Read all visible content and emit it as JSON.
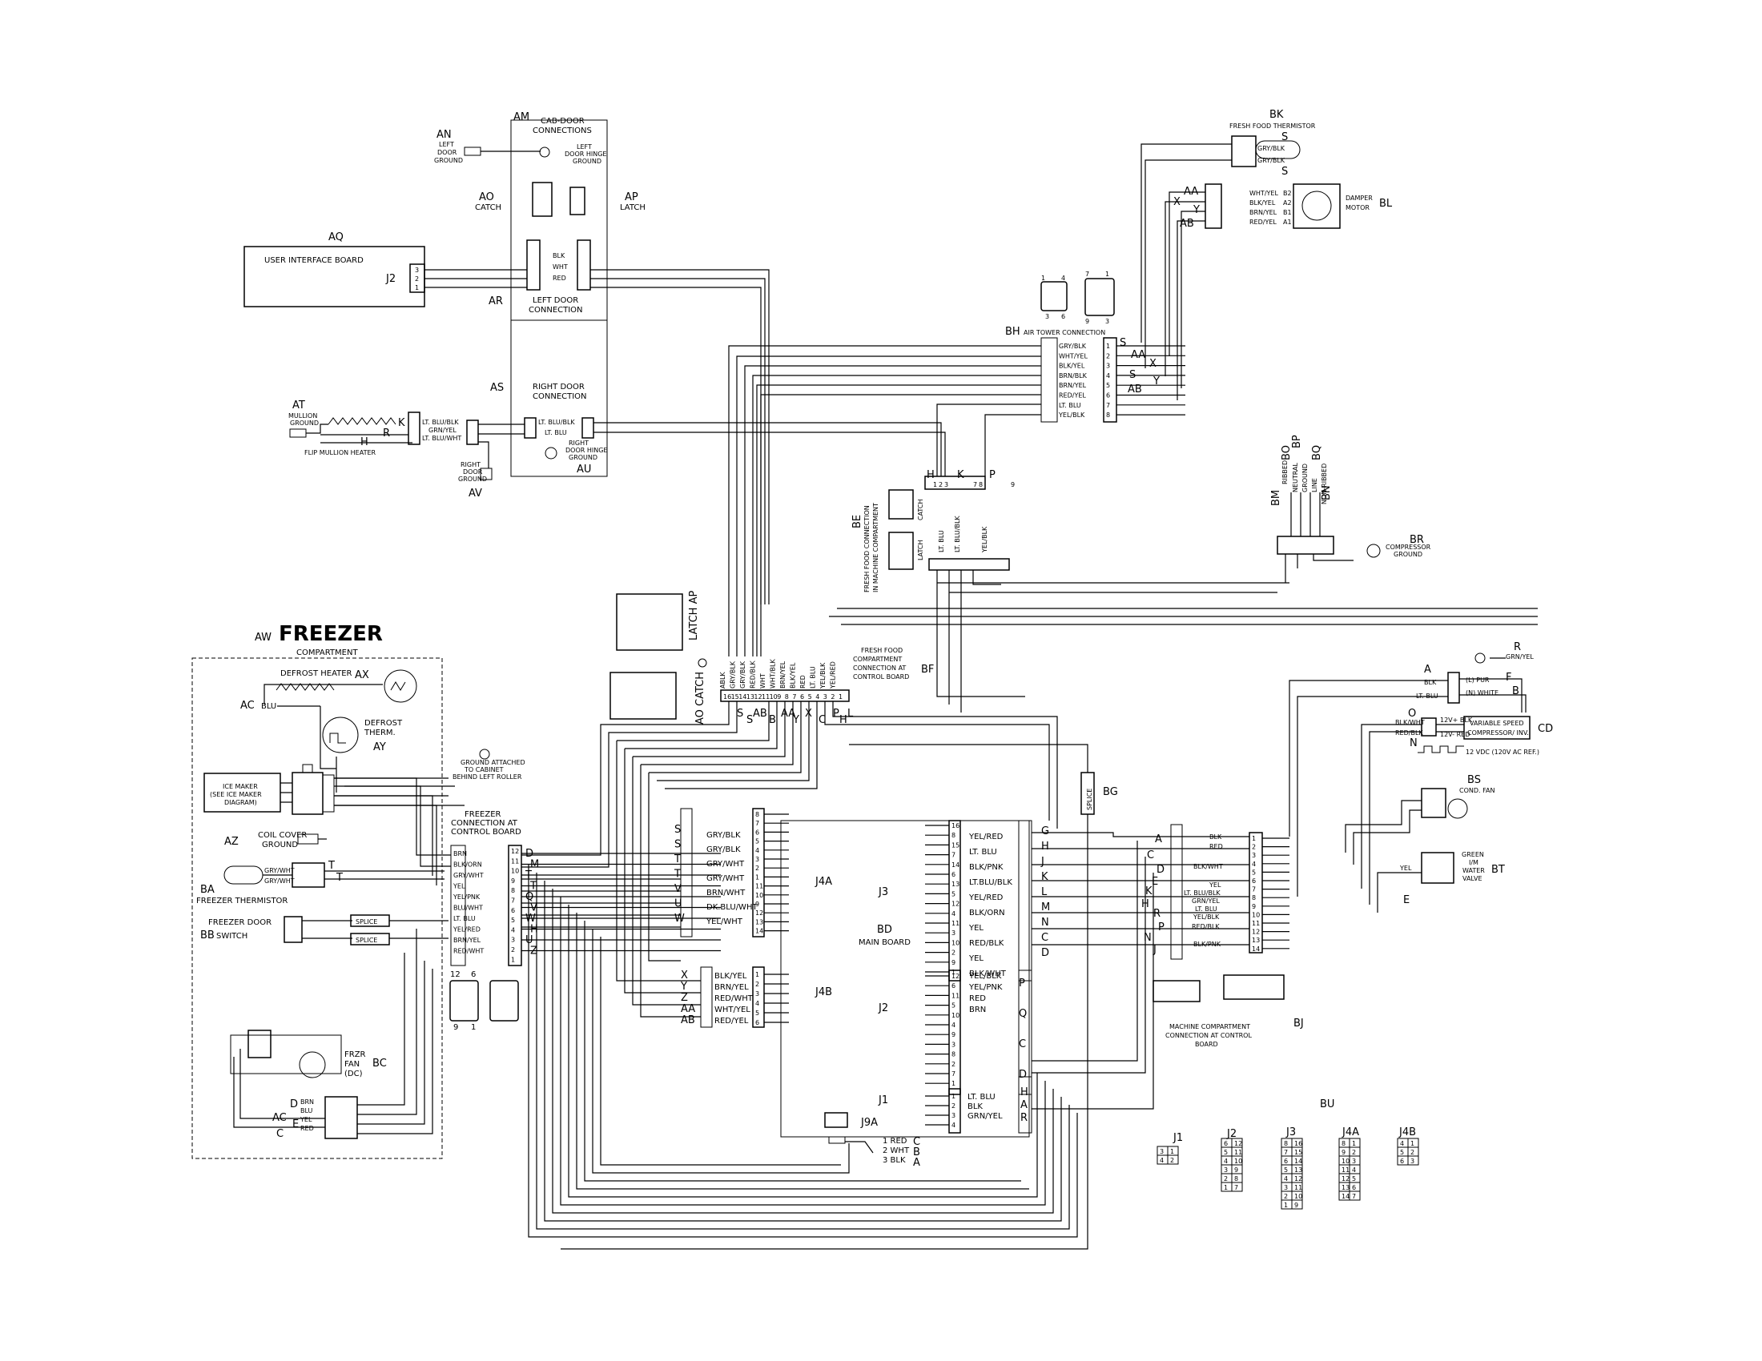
{
  "freezer": {
    "code": "AW",
    "title": "FREEZER",
    "sub": "COMPARTMENT"
  },
  "defrost_heater": {
    "code": "AX",
    "label": "DEFROST HEATER",
    "wire": "BLU",
    "wire_code": "AC"
  },
  "defrost_therm": {
    "code": "AY",
    "label1": "DEFROST",
    "label2": "THERM."
  },
  "ice_maker": {
    "label1": "ICE MAKER",
    "label2": "(SEE ICE MAKER",
    "label3": "DIAGRAM)"
  },
  "coil_cover": {
    "code": "AZ",
    "label1": "COIL COVER",
    "label2": "GROUND"
  },
  "freezer_therm": {
    "code": "BA",
    "label": "FREEZER THERMISTOR",
    "w1": "GRY/WHT",
    "w2": "GRY/WHT"
  },
  "freezer_door": {
    "code": "BB",
    "label1": "FREEZER DOOR",
    "label2": "SWITCH"
  },
  "splice": "SPLICE",
  "frzr_fan": {
    "code": "BC",
    "label1": "FRZR",
    "label2": "FAN",
    "label3": "(DC)",
    "wires": [
      "BRN",
      "BLU",
      "YEL",
      "RED"
    ],
    "codes": [
      "D",
      "AC",
      "E",
      "C"
    ]
  },
  "ground_cabinet": {
    "l1": "GROUND ATTACHED",
    "l2": "TO CABINET",
    "l3": "BEHIND LEFT ROLLER"
  },
  "freezer_conn": {
    "l1": "FREEZER",
    "l2": "CONNECTION AT",
    "l3": "CONTROL BOARD",
    "wires": [
      "BRN",
      "BLK/ORN",
      "GRY/WHT",
      "YEL",
      "YEL/PNK",
      "BLU/WHT",
      "LT. BLU",
      "YEL/RED",
      "BRN/YEL",
      "RED/WHT"
    ],
    "pins": [
      "12",
      "11",
      "10",
      "9",
      "8",
      "7",
      "6",
      "5",
      "4",
      "3",
      "2",
      "1"
    ],
    "codes": [
      "D",
      "M",
      "T",
      "T",
      "Q",
      "V",
      "W",
      "H",
      "U",
      "Z"
    ]
  },
  "cab_door": {
    "code": "AM",
    "l1": "CAB-DOOR",
    "l2": "CONNECTIONS"
  },
  "an": {
    "code": "AN",
    "l1": "LEFT",
    "l2": "DOOR",
    "l3": "GROUND",
    "hinge1": "LEFT",
    "hinge2": "DOOR HINGE",
    "hinge3": "GROUND"
  },
  "ao": {
    "code": "AO",
    "label": "CATCH"
  },
  "ap": {
    "code": "AP",
    "label": "LATCH"
  },
  "ui_board": {
    "code": "AQ",
    "label": "USER INTERFACE BOARD",
    "conn": "J2",
    "pins": [
      "3",
      "2",
      "1"
    ]
  },
  "left_door": {
    "code": "AR",
    "l1": "LEFT DOOR",
    "l2": "CONNECTION",
    "wires": [
      "BLK",
      "WHT",
      "RED"
    ]
  },
  "right_door": {
    "code": "AS",
    "l1": "RIGHT DOOR",
    "l2": "CONNECTION",
    "wires": [
      "LT. BLU/BLK",
      "LT. BLU"
    ]
  },
  "mullion": {
    "code": "AT",
    "l1": "MULLION",
    "l2": "GROUND",
    "heater": "FLIP MULLION HEATER",
    "k": "K",
    "r": "R",
    "h": "H",
    "wires": [
      "LT. BLU/BLK",
      "GRN/YEL",
      "LT. BLU/WHT"
    ]
  },
  "av": {
    "code": "AV",
    "l1": "RIGHT",
    "l2": "DOOR",
    "l3": "GROUND"
  },
  "au": {
    "code": "AU",
    "l1": "RIGHT",
    "l2": "DOOR HINGE",
    "l3": "GROUND"
  },
  "bk": {
    "code": "BK",
    "label": "FRESH FOOD THERMISTOR",
    "w1": "GRY/BLK",
    "w2": "GRY/BLK",
    "s": "S"
  },
  "damper": {
    "code": "BL",
    "l1": "DAMPER",
    "l2": "MOTOR",
    "wires": [
      "WHT/YEL",
      "BLK/YEL",
      "BRN/YEL",
      "RED/YEL"
    ],
    "pins": [
      "B2",
      "A2",
      "B1",
      "A1"
    ],
    "codes": [
      "AA",
      "X",
      "Y",
      "AB"
    ]
  },
  "air_tower": {
    "code": "BH",
    "label": "AIR TOWER CONNECTION",
    "wires": [
      "GRY/BLK",
      "WHT/YEL",
      "BLK/YEL",
      "BRN/BLK",
      "BRN/YEL",
      "RED/YEL",
      "LT. BLU",
      "YEL/BLK"
    ],
    "pins": [
      "1",
      "2",
      "3",
      "4",
      "5",
      "6",
      "7",
      "8"
    ],
    "codes": [
      "S",
      "AA",
      "X",
      "S",
      "AB",
      "Y"
    ]
  },
  "be": {
    "code": "BE",
    "l1": "FRESH FOOD CONNECTION",
    "l2": "IN MACHINE COMPARTMENT",
    "catch": "CATCH",
    "latch": "LATCH",
    "wires": [
      "LT. BLU",
      "LT. BLU/BLK",
      "YEL/BLK"
    ],
    "hkp": [
      "H",
      "K",
      "P"
    ]
  },
  "power": {
    "bm": "BM",
    "bo": "BO",
    "bp": "BP",
    "bq": "BQ",
    "bn": "BN",
    "labels": [
      "RIBBED",
      "NEUTRAL",
      "GROUND",
      "LINE",
      "NON-RIBBED"
    ]
  },
  "br": {
    "code": "BR",
    "l1": "COMPRESSOR",
    "l2": "GROUND"
  },
  "ff_conn": {
    "code": "BF",
    "l1": "FRESH FOOD",
    "l2": "COMPARTMENT",
    "l3": "CONNECTION AT",
    "l4": "CONTROL BOARD",
    "latch": "LATCH AP",
    "catch": "AO CATCH",
    "wires": [
      "ABLK",
      "GRY/BLK",
      "GRY/BLK",
      "RED/BLK",
      "WHT",
      "WHT/BLK",
      "BRN/YEL",
      "BLK/YEL",
      "RED",
      "LT. BLU",
      "YEL/BLK",
      "YEL/RED"
    ],
    "pins": [
      "16",
      "15",
      "14",
      "13",
      "12",
      "11",
      "10",
      "9",
      "8",
      "7",
      "6",
      "5",
      "4",
      "3",
      "2",
      "1"
    ],
    "codes": [
      "S",
      "S",
      "AB",
      "B",
      "AA",
      "Y",
      "X",
      "C",
      "P",
      "H",
      "L"
    ]
  },
  "bg": {
    "code": "BG",
    "splice": "SPLICE"
  },
  "main_board": {
    "code": "BD",
    "label": "MAIN BOARD"
  },
  "j4a": {
    "label": "J4A",
    "wires": [
      "GRY/BLK",
      "GRY/BLK",
      "GRY/WHT",
      "GRY/WHT",
      "BRN/WHT",
      "DK.BLU/WHT",
      "YEL/WHT"
    ],
    "pins": [
      "8",
      "7",
      "6",
      "5",
      "4",
      "3",
      "2",
      "1",
      "11",
      "10",
      "9",
      "12",
      "13",
      "14"
    ],
    "codes": [
      "S",
      "S",
      "T",
      "T",
      "V",
      "U",
      "W"
    ]
  },
  "j4b": {
    "label": "J4B",
    "wires": [
      "BLK/YEL",
      "BRN/YEL",
      "RED/WHT",
      "WHT/YEL",
      "RED/YEL"
    ],
    "pins": [
      "1",
      "2",
      "3",
      "4",
      "5",
      "6"
    ],
    "codes": [
      "X",
      "Y",
      "Z",
      "AA",
      "AB"
    ]
  },
  "j3": {
    "label": "J3",
    "wires": [
      "YEL/RED",
      "LT. BLU",
      "BLK/PNK",
      "LT.BLU/BLK",
      "YEL/RED",
      "BLK/ORN",
      "YEL",
      "RED/BLK",
      "YEL",
      "BLK/WHT"
    ],
    "pins": [
      "16",
      "8",
      "15",
      "7",
      "14",
      "6",
      "13",
      "5",
      "12",
      "4",
      "11",
      "3",
      "10",
      "2",
      "9",
      "1"
    ],
    "codes": [
      "G",
      "H",
      "J",
      "K",
      "L",
      "M",
      "N",
      "C",
      "D"
    ]
  },
  "j2": {
    "label": "J2",
    "wires": [
      "YEL/BLK",
      "YEL/PNK",
      "RED",
      "BRN"
    ],
    "pins": [
      "12",
      "6",
      "11",
      "5",
      "10",
      "4",
      "9",
      "3",
      "8",
      "2",
      "7",
      "1"
    ],
    "codes": [
      "P",
      "Q",
      "C",
      "D"
    ]
  },
  "j1": {
    "label": "J1",
    "wires": [
      "LT. BLU",
      "BLK",
      "GRN/YEL"
    ],
    "pins": [
      "1",
      "2",
      "3",
      "4"
    ],
    "codes": [
      "H",
      "A",
      "R"
    ]
  },
  "j9a": {
    "label": "J9A",
    "wires": [
      "1 RED",
      "2 WHT",
      "3 BLK"
    ],
    "codes": [
      "C",
      "B",
      "A"
    ]
  },
  "cd": {
    "code": "CD",
    "l1": "VARIABLE SPEED",
    "l2": "COMPRESSOR/ INV.",
    "v1": "12V+ BLK",
    "v2": "12V- RED",
    "note": "12 VDC (120V AC REF.)",
    "o": "O",
    "n": "N",
    "bw": "BLK/WHT",
    "rb": "RED/BLK"
  },
  "top_right": {
    "a": "A",
    "f": "F",
    "b": "B",
    "r": "R",
    "blk": "BLK",
    "ltblu": "LT. BLU",
    "l_pur": "(L) PUR",
    "n_white": "(N) WHITE",
    "grnyel": "GRN/YEL"
  },
  "bs": {
    "code": "BS",
    "label": "COND. FAN"
  },
  "bt": {
    "code": "BT",
    "l1": "GREEN",
    "l2": "I/M",
    "l3": "WATER",
    "l4": "VALVE",
    "yel": "YEL",
    "e": "E"
  },
  "machine_conn": {
    "code": "BJ",
    "l1": "MACHINE COMPARTMENT",
    "l2": "CONNECTION AT CONTROL",
    "l3": "BOARD",
    "wires": [
      "BLK",
      "RED",
      "BLK/WHT",
      "YEL",
      "LT. BLU/BLK",
      "GRN/YEL",
      "LT. BLU",
      "YEL/BLK",
      "RED/BLK",
      "BLK/PNK"
    ],
    "pins": [
      "1",
      "2",
      "3",
      "4",
      "5",
      "6",
      "7",
      "8",
      "9",
      "10",
      "11",
      "12",
      "13",
      "14"
    ],
    "codes": [
      "A",
      "C",
      "D",
      "E",
      "K",
      "H",
      "R",
      "P",
      "N",
      "J"
    ]
  },
  "bu": {
    "code": "BU",
    "j1": "J1",
    "j2": "J2",
    "j3": "J3",
    "j4a": "J4A",
    "j4b": "J4B",
    "j1pins": [
      "3",
      "1",
      "4",
      "2"
    ],
    "j2pins": [
      "6",
      "12",
      "5",
      "11",
      "4",
      "10",
      "3",
      "9",
      "2",
      "8",
      "1",
      "7"
    ],
    "j3pins": [
      "8",
      "16",
      "7",
      "15",
      "6",
      "14",
      "5",
      "13",
      "4",
      "12",
      "3",
      "11",
      "2",
      "10",
      "1",
      "9"
    ],
    "j4apins": [
      "8",
      "1",
      "9",
      "2",
      "10",
      "3",
      "11",
      "4",
      "12",
      "5",
      "13",
      "6",
      "14",
      "7"
    ],
    "j4bpins": [
      "4",
      "1",
      "5",
      "2",
      "6",
      "3"
    ]
  }
}
